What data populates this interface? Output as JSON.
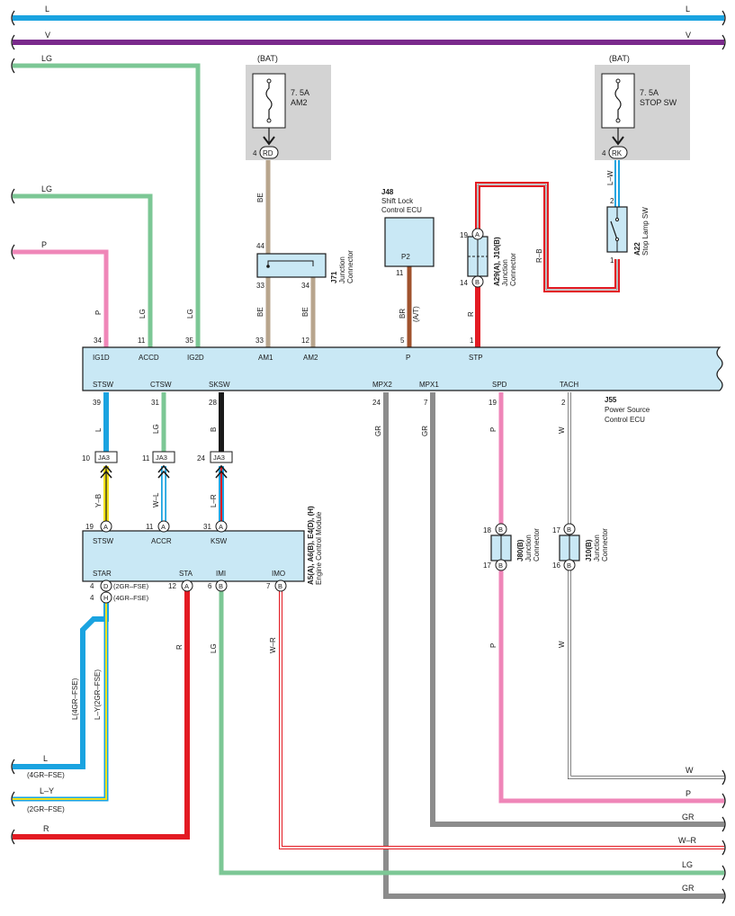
{
  "colors": {
    "L": "#1aa3e0",
    "V": "#7a2a8c",
    "LG": "#7cc795",
    "P": "#ef86b8",
    "BE": "#b8a58d",
    "BR": "#a0522d",
    "R": "#e31b23",
    "GR": "#8c8c8c",
    "B": "#1a1a1a",
    "Y": "#f2e21b",
    "W": "#ffffff",
    "bodyFill": "#c9e8f5",
    "fuseBg": "#d3d3d3"
  },
  "buses": [
    {
      "label": "L",
      "color": "L"
    },
    {
      "label": "V",
      "color": "V"
    }
  ],
  "bat_left": {
    "title": "(BAT)",
    "rating": "7. 5A",
    "name": "AM2",
    "pin": "4",
    "conn": "RD"
  },
  "bat_right": {
    "title": "(BAT)",
    "rating": "7. 5A",
    "name": "STOP SW",
    "pin": "4",
    "conn": "RK"
  },
  "j71": {
    "id": "J71",
    "desc1": "Junction",
    "desc2": "Connector",
    "pin_in": "44",
    "pin_out_a": "33",
    "pin_out_b": "34"
  },
  "j48": {
    "id": "J48",
    "desc1": "Shift Lock",
    "desc2": "Control ECU",
    "pin_name": "P2",
    "pin": "11",
    "wire": "BR",
    "note": "(A/T)"
  },
  "a29": {
    "id": "A29(A), J10(B)",
    "desc1": "Junction",
    "desc2": "Connector",
    "pin_top": "19",
    "conn_top": "A",
    "pin_bot": "14",
    "conn_bot": "B"
  },
  "a22": {
    "id": "A22",
    "desc": "Stop Lamp SW",
    "pin_top": "2",
    "pin_bot": "1",
    "wire_top": "L–W"
  },
  "j55": {
    "id": "J55",
    "desc1": "Power Source",
    "desc2": "Control ECU",
    "top_pins": [
      {
        "name": "IG1D",
        "num": "34",
        "wire": "P"
      },
      {
        "name": "ACCD",
        "num": "11",
        "wire": "LG"
      },
      {
        "name": "IG2D",
        "num": "35",
        "wire": "LG"
      },
      {
        "name": "AM1",
        "num": "33",
        "wire": "BE"
      },
      {
        "name": "AM2",
        "num": "12",
        "wire": "BE"
      },
      {
        "name": "P",
        "num": "5",
        "wire": "BR"
      },
      {
        "name": "STP",
        "num": "1",
        "wire": "R"
      }
    ],
    "bottom_pins": [
      {
        "name": "STSW",
        "num": "39",
        "wire": "L"
      },
      {
        "name": "CTSW",
        "num": "31",
        "wire": "LG"
      },
      {
        "name": "SKSW",
        "num": "28",
        "wire": "B"
      },
      {
        "name": "MPX2",
        "num": "24",
        "wire": "GR"
      },
      {
        "name": "MPX1",
        "num": "7",
        "wire": "GR"
      },
      {
        "name": "SPD",
        "num": "19",
        "wire": "P"
      },
      {
        "name": "TACH",
        "num": "2",
        "wire": "W"
      }
    ]
  },
  "ja3": [
    {
      "num": "10",
      "conn": "JA3",
      "wire": "Y–B"
    },
    {
      "num": "11",
      "conn": "JA3",
      "wire": "W–L"
    },
    {
      "num": "24",
      "conn": "JA3",
      "wire": "L–R"
    }
  ],
  "ecm": {
    "id": "A5(A), A6(B), E4(D), (H)",
    "desc": "Engine Control Module",
    "top_pins": [
      {
        "name": "STSW",
        "num": "19",
        "conn": "A"
      },
      {
        "name": "ACCR",
        "num": "11",
        "conn": "A"
      },
      {
        "name": "KSW",
        "num": "31",
        "conn": "A"
      }
    ],
    "bottom_pins": [
      {
        "name": "STAR",
        "num": "4",
        "conn": "D",
        "note": "(2GR–FSE)"
      },
      {
        "name": "",
        "num": "4",
        "conn": "H",
        "note": "(4GR–FSE)"
      },
      {
        "name": "STA",
        "num": "12",
        "conn": "A"
      },
      {
        "name": "IMI",
        "num": "6",
        "conn": "B"
      },
      {
        "name": "IMO",
        "num": "7",
        "conn": "B"
      }
    ]
  },
  "j80": {
    "id": "J80(B)",
    "desc1": "Junction",
    "desc2": "Connector",
    "pin_top": "18",
    "pin_bot": "17",
    "conn": "B"
  },
  "j10": {
    "id": "J10(B)",
    "desc1": "Junction",
    "desc2": "Connector",
    "pin_top": "17",
    "pin_bot": "16",
    "conn": "B"
  },
  "wire_labels": {
    "lg_top": "LG",
    "lg_mid": "LG",
    "p_left": "P",
    "p_j55": "P",
    "lg_j55_a": "LG",
    "lg_j55_b": "LG",
    "be_top": "BE",
    "be_a": "BE",
    "be_b": "BE",
    "r_stp": "R",
    "rb": "R–B",
    "l_stsw": "L",
    "lg_ctsw": "LG",
    "b_sksw": "B",
    "gr_mpx2": "GR",
    "gr_mpx1": "GR",
    "p_spd": "P",
    "w_tach": "W",
    "p_spd2": "P",
    "w_tach2": "W",
    "l4gr": "L(4GR–FSE)",
    "ly2gr": "L–Y(2GR–FSE)",
    "r_sta": "R",
    "lg_imi": "LG",
    "wr_imo": "W–R"
  },
  "left_outputs": [
    {
      "label": "L",
      "note": "(4GR–FSE)"
    },
    {
      "label": "L–Y",
      "note": "(2GR–FSE)"
    },
    {
      "label": "R",
      "note": ""
    }
  ],
  "right_outputs": [
    "W",
    "P",
    "GR",
    "W–R",
    "LG",
    "GR"
  ]
}
